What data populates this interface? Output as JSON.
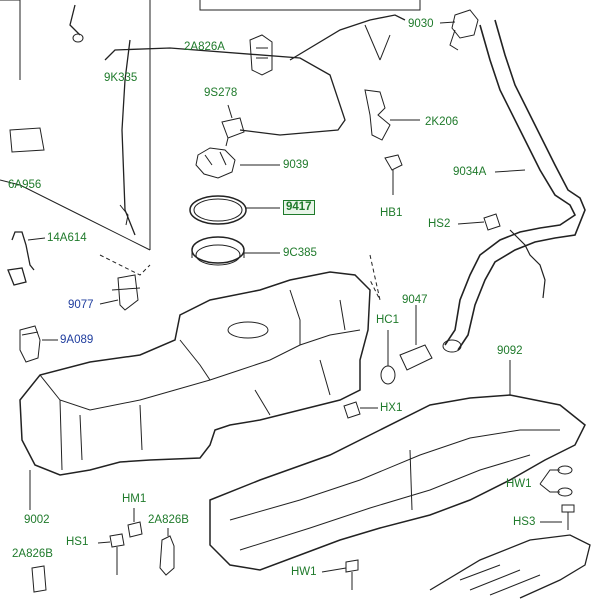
{
  "labels": {
    "l_9k335": "9K335",
    "l_2a826a": "2A826A",
    "l_9030": "9030",
    "l_9s278": "9S278",
    "l_2k206": "2K206",
    "l_9039": "9039",
    "l_6a956": "6A956",
    "l_9034a": "9034A",
    "l_9417": "9417",
    "l_hb1": "HB1",
    "l_hs2": "HS2",
    "l_14a614": "14A614",
    "l_9c385": "9C385",
    "l_9077": "9077",
    "l_9047": "9047",
    "l_hc1": "HC1",
    "l_9a089": "9A089",
    "l_9092": "9092",
    "l_hx1": "HX1",
    "l_hw1a": "HW1",
    "l_9002": "9002",
    "l_hm1": "HM1",
    "l_2a826b_top": "2A826B",
    "l_hs3": "HS3",
    "l_hs1": "HS1",
    "l_2a826b_left": "2A826B",
    "l_hw1b": "HW1"
  },
  "colors": {
    "label_green": "#1f7a2b",
    "label_blue": "#1f3d9e",
    "line": "#222222"
  }
}
